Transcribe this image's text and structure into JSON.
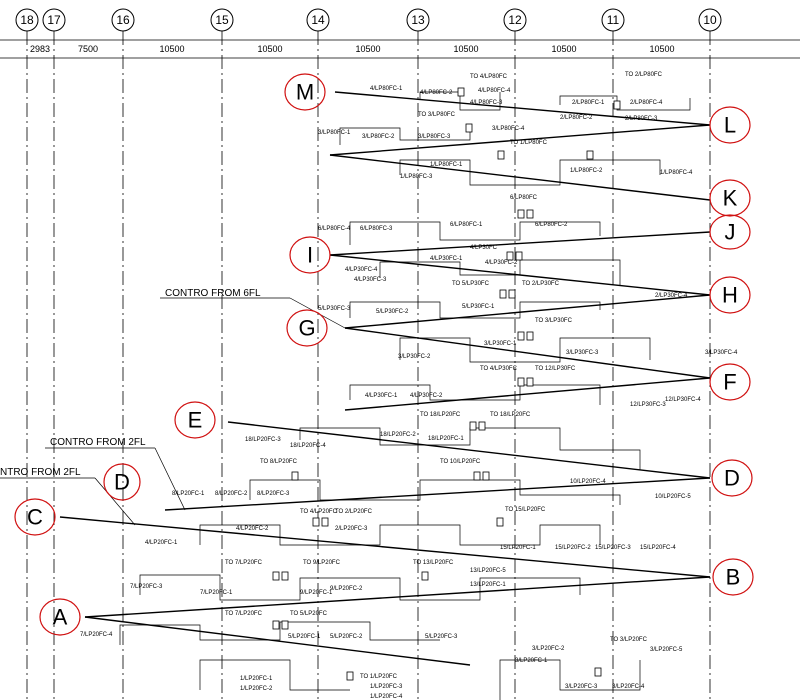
{
  "grid_columns": [
    {
      "id": "18"
    },
    {
      "id": "17"
    },
    {
      "id": "16"
    },
    {
      "id": "15"
    },
    {
      "id": "14"
    },
    {
      "id": "13"
    },
    {
      "id": "12"
    },
    {
      "id": "11"
    },
    {
      "id": "10"
    }
  ],
  "dimensions": [
    "2983",
    "7500",
    "10500",
    "10500",
    "10500",
    "10500",
    "10500",
    "10500"
  ],
  "zones": [
    {
      "label": "M"
    },
    {
      "label": "L"
    },
    {
      "label": "K"
    },
    {
      "label": "J"
    },
    {
      "label": "I"
    },
    {
      "label": "H"
    },
    {
      "label": "G"
    },
    {
      "label": "F"
    },
    {
      "label": "E"
    },
    {
      "label": "D"
    },
    {
      "label": "D"
    },
    {
      "label": "C"
    },
    {
      "label": "B"
    },
    {
      "label": "A"
    }
  ],
  "notes": {
    "contro_6fl": "CONTRO FROM 6FL",
    "contro_2fl_a": "CONTRO FROM 2FL",
    "contro_2fl_b": "NTRO FROM 2FL"
  },
  "circuit_labels": {
    "m1": "4/LP80FC-1",
    "m2": "4/LP80FC-2",
    "m3": "4/LP80FC-3",
    "m4": "4/LP80FC-4",
    "m_to": "TO 4/LP80FC",
    "l_to": "TO 2/LP80FC",
    "l1": "2/LP80FC-1",
    "l2": "2/LP80FC-2",
    "l3": "2/LP80FC-3",
    "l4": "2/LP80FC-4",
    "n_to": "TO 3/LP80FC",
    "n1": "3/LP80FC-1",
    "n2": "3/LP80FC-2",
    "n3": "3/LP80FC-3",
    "n4": "3/LP80FC-4",
    "k_to": "TO 1/LP80FC",
    "k1": "1/LP80FC-1",
    "k2": "1/LP80FC-2",
    "k3": "1/LP80FC-3",
    "k4": "1/LP80FC-4",
    "j0": "6/LP80FC",
    "j1": "6/LP80FC-1",
    "j2": "6/LP80FC-2",
    "j3": "6/LP80FC-3",
    "j4": "6/LP80FC-4",
    "i0": "4/LP30FC",
    "i1": "4/LP30FC-1",
    "i2": "4/LP30FC-2",
    "i3": "4/LP30FC-3",
    "i4": "4/LP30FC-4",
    "h_to": "TO 5/LP30FC",
    "h_to2": "TO 2/LP30FC",
    "h1": "5/LP30FC-1",
    "h2": "5/LP30FC-2",
    "h3": "5/LP30FC-3",
    "h4": "2/LP30FC-4",
    "g_to": "TO 3/LP30FC",
    "g1": "3/LP30FC-1",
    "g2": "3/LP30FC-2",
    "g3": "3/LP30FC-3",
    "g4": "3/LP30FC-4",
    "f_to": "TO 4/LP30FC",
    "f_to2": "TO 12/LP30FC",
    "f1": "4/LP30FC-1",
    "f2": "4/LP30FC-2",
    "f3": "12/LP30FC-3",
    "f4": "12/LP30FC-4",
    "e_to": "TO 18/LP20FC",
    "e_to2": "TO 18/LP20FC",
    "e1": "18/LP20FC-1",
    "e2": "18/LP20FC-2",
    "e3": "18/LP20FC-3",
    "e4": "18/LP20FC-4",
    "d_to": "TO 8/LP20FC",
    "d_to2": "TO 10/LP20FC",
    "d1": "8/LP20FC-1",
    "d2": "8/LP20FC-2",
    "d3": "8/LP20FC-3",
    "d4": "10/LP20FC-4",
    "d5": "10/LP20FC-5",
    "c_to": "TO 4/LP20FC",
    "c_to2": "TO 2/LP20FC",
    "c1": "4/LP20FC-1",
    "c2": "4/LP20FC-2",
    "c3": "2/LP20FC-3",
    "b_to": "TO 15/LP20FC",
    "b1": "15/LP20FC-1",
    "b2": "15/LP20FC-2",
    "b3": "15/LP20FC-3",
    "b4": "15/LP20FC-4",
    "b5_to": "TO 7/LP20FC",
    "b6_to": "TO 9/LP20FC",
    "b7_to": "TO 13/LP20FC",
    "b5": "7/LP20FC-1",
    "b6": "9/LP20FC-1",
    "b7": "13/LP20FC-1",
    "b8": "7/LP20FC-3",
    "b9": "9/LP20FC-2",
    "b10": "13/LP20FC-5",
    "a_to": "TO 7/LP20FC",
    "a_to2": "TO 5/LP20FC",
    "a1": "7/LP20FC-4",
    "a2": "5/LP20FC-1",
    "a3": "5/LP20FC-2",
    "a4": "5/LP20FC-3",
    "a5": "1/LP20FC-1",
    "a6": "1/LP20FC-2",
    "a_to3": "TO 1/LP20FC",
    "a7": "1/LP20FC-3",
    "a8": "1/LP20FC-4",
    "z_to": "TO 3/LP20FC",
    "z1": "3/LP20FC-1",
    "z2": "3/LP20FC-2",
    "z3": "3/LP20FC-3",
    "z4": "3/LP20FC-4",
    "z5": "3/LP20FC-5"
  }
}
